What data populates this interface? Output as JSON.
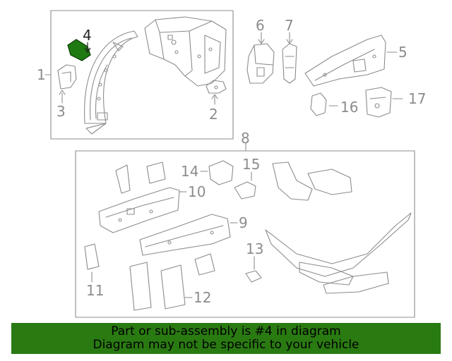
{
  "callouts": {
    "c1": "1",
    "c2": "2",
    "c3": "3",
    "c4": "4",
    "c5": "5",
    "c6": "6",
    "c7": "7",
    "c8": "8",
    "c9": "9",
    "c10": "10",
    "c11": "11",
    "c12": "12",
    "c13": "13",
    "c14": "14",
    "c15": "15",
    "c16": "16",
    "c17": "17"
  },
  "highlighted_part": "4",
  "colors": {
    "line": "#8c8c8c",
    "highlight": "#1f7a12",
    "banner_bg": "#2a7a12",
    "banner_text": "#000000"
  },
  "banner": {
    "line1": "Part or sub-assembly is #4 in diagram",
    "line2": "Diagram may not be specific to your vehicle"
  }
}
